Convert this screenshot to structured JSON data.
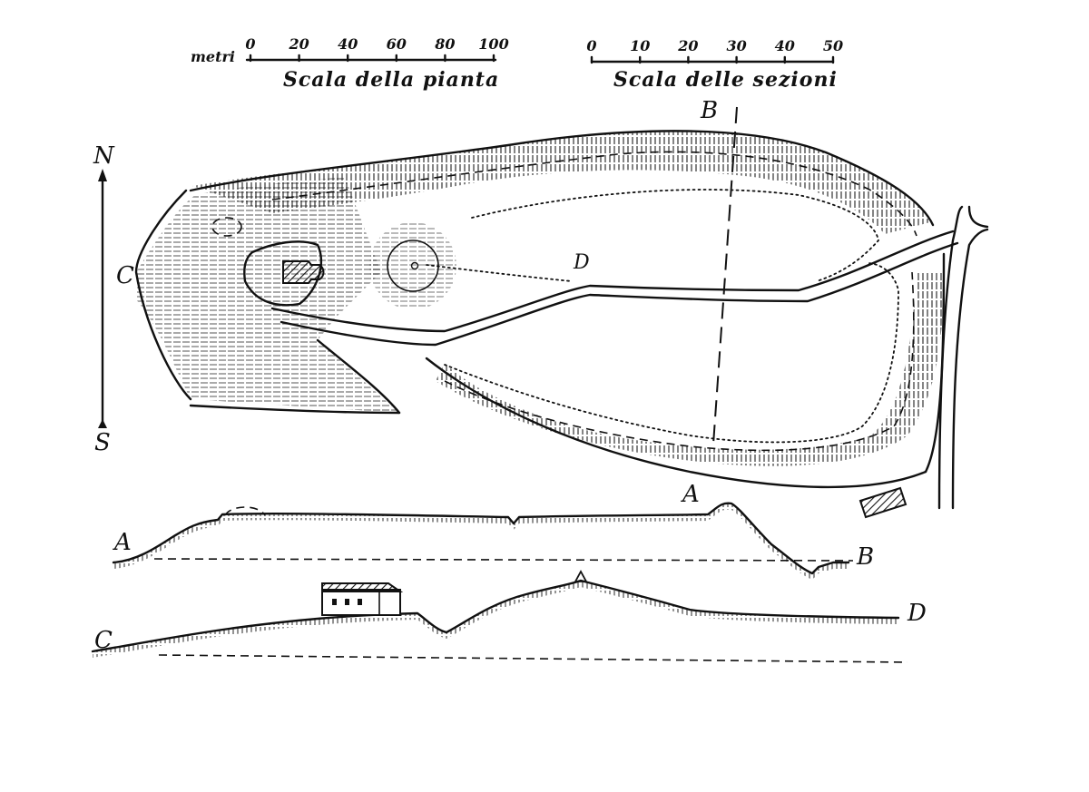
{
  "plan_scale": {
    "unit_label": "metri",
    "ticks": [
      "0",
      "20",
      "40",
      "60",
      "80",
      "100"
    ],
    "caption": "Scala della pianta"
  },
  "section_scale": {
    "ticks": [
      "0",
      "10",
      "20",
      "30",
      "40",
      "50"
    ],
    "caption": "Scala delle sezioni"
  },
  "north_arrow": {
    "north": "N",
    "south": "S"
  },
  "plan_labels": {
    "B": "B",
    "C": "C",
    "D": "D",
    "A": "A"
  },
  "section_AB": {
    "start": "A",
    "end": "B"
  },
  "section_CD": {
    "start": "C",
    "end": "D"
  }
}
